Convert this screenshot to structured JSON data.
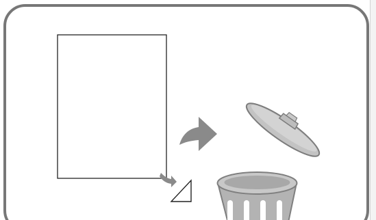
{
  "illustration": {
    "subject": "discard-sheet-instruction",
    "elements": {
      "frame": "rounded-frame",
      "sheet": "blank-sheet",
      "corner": "corner-triangle-marker",
      "small_arrow": "curved-arrow-icon",
      "big_arrow": "curved-arrow-icon",
      "lid": "trash-can-lid",
      "bin": "trash-can-icon"
    }
  },
  "colors": {
    "frame_stroke": "#777777",
    "page_background": "#ffffff",
    "sheet_stroke": "#222222",
    "arrow_fill": "#8a8a8a",
    "bin_body": "#b3b3b3",
    "bin_rim": "#c8c8c8",
    "bin_slots": "#ffffff",
    "bin_outline": "#7f7f7f",
    "lid_fill": "#c3c3c3",
    "lid_outline": "#7c7c7c",
    "scrollbar": "#d2d2d2"
  }
}
